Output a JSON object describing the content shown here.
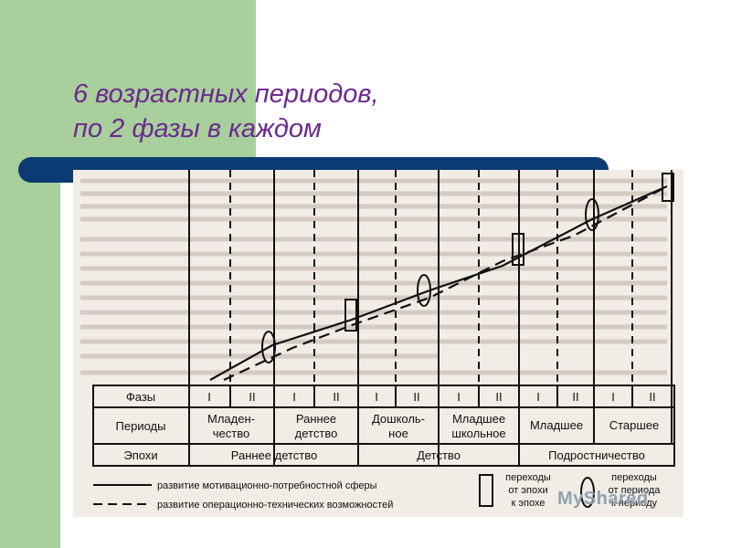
{
  "slide": {
    "title_line1": "6 возрастных периодов,",
    "title_line2": "по 2 фазы в каждом"
  },
  "diagram": {
    "row_labels": {
      "phases": "Фазы",
      "periods": "Периоды",
      "epochs": "Эпохи"
    },
    "phase_labels": [
      "I",
      "II",
      "I",
      "II",
      "I",
      "II",
      "I",
      "II",
      "I",
      "II",
      "I",
      "II"
    ],
    "periods": [
      {
        "line1": "Младен-",
        "line2": "чество"
      },
      {
        "line1": "Раннее",
        "line2": "детство"
      },
      {
        "line1": "Дошколь-",
        "line2": "ное"
      },
      {
        "line1": "Младшее",
        "line2": "школьное"
      },
      {
        "line1": "Младшее",
        "line2": ""
      },
      {
        "line1": "Старшее",
        "line2": ""
      }
    ],
    "epochs": [
      "Раннее детство",
      "Детство",
      "Подростничество"
    ],
    "legend": {
      "solid_line": "развитие мотивационно-потребностной сферы",
      "dashed_line": "развитие операционно-технических возможностей",
      "rect_symbol_line1": "переходы",
      "rect_symbol_line2": "от эпохи",
      "rect_symbol_line3": "к эпохе",
      "ellipse_symbol_line1": "переходы",
      "ellipse_symbol_line2": "от периода",
      "ellipse_symbol_line3": "к периоду"
    }
  },
  "watermark": {
    "text": "MyShared"
  },
  "colors": {
    "green": "#a8cf9c",
    "title": "#6b2a8f",
    "bar": "#0c3b73"
  }
}
